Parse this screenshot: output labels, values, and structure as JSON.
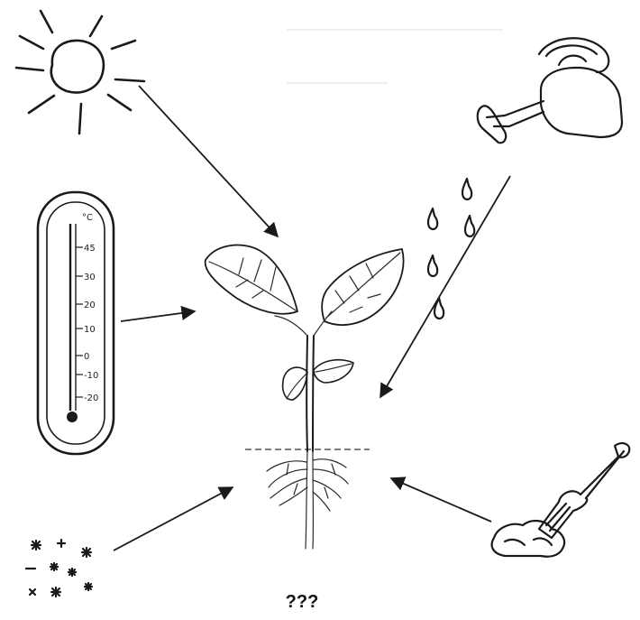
{
  "caption": "???",
  "thermometer": {
    "unit": "°C",
    "ticks": [
      "45",
      "30",
      "20",
      "10",
      "0",
      "-10",
      "-20"
    ]
  },
  "icons": {
    "sun": "sun-icon",
    "watering_can": "watering-can-icon",
    "thermometer": "thermometer-icon",
    "plant": "seedling-plant-icon",
    "fertilizer": "fertilizer-granules-icon",
    "shovel": "shovel-soil-icon"
  },
  "colors": {
    "ink": "#1a1a1a",
    "background": "#ffffff"
  }
}
